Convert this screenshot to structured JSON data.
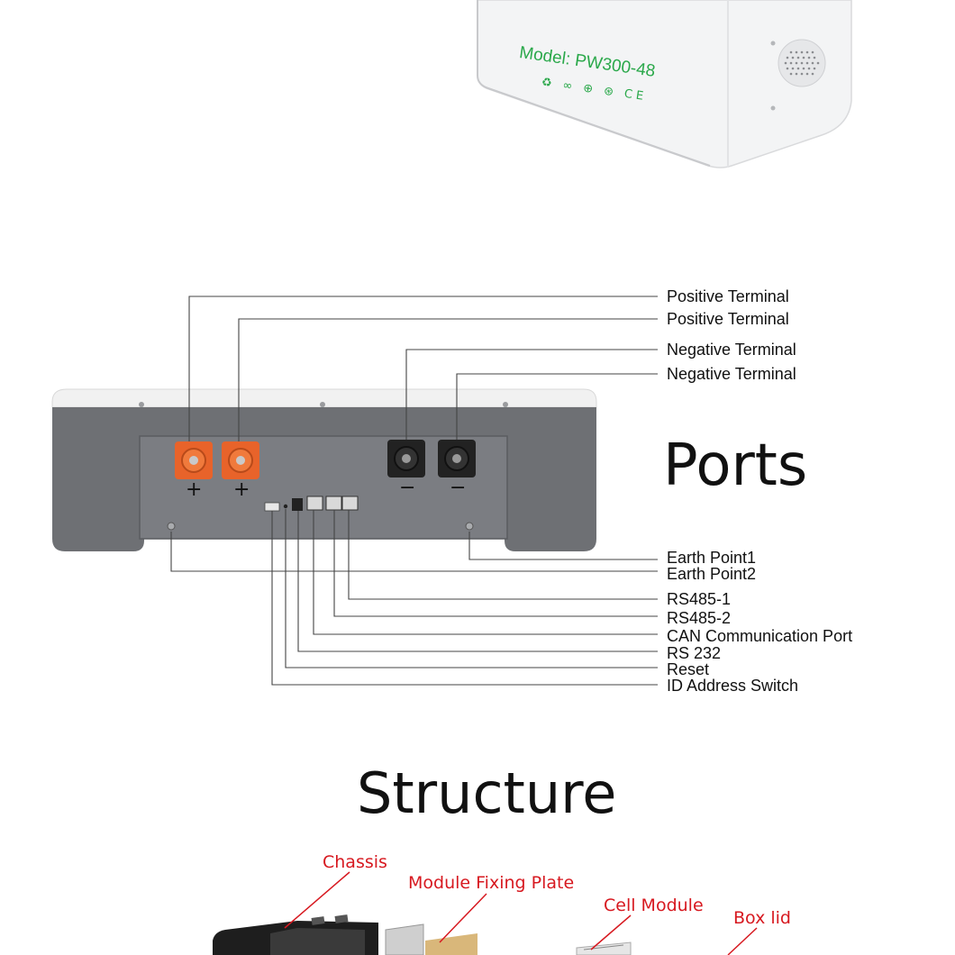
{
  "product": {
    "model_label": "Model: PW300-48",
    "cert_marks": "♻ ∞ ⊕ ⊛ CE"
  },
  "ports": {
    "heading": "Ports",
    "callouts": [
      "Positive Terminal",
      "Positive Terminal",
      "Negative Terminal",
      "Negative Terminal",
      "Earth Point1",
      "Earth Point2",
      "RS485-1",
      "RS485-2",
      "CAN Communication Port",
      "RS 232",
      "Reset",
      "ID Address Switch"
    ],
    "terminal_symbols": {
      "positive": "+",
      "negative": "−"
    }
  },
  "structure": {
    "heading": "Structure",
    "labels": [
      "Chassis",
      "Module Fixing Plate",
      "Cell Module",
      "Box lid"
    ]
  },
  "colors": {
    "label_red": "#d71920",
    "model_green": "#2aa84a",
    "housing_grey": "#6e7074",
    "terminal_orange": "#e8632a"
  }
}
